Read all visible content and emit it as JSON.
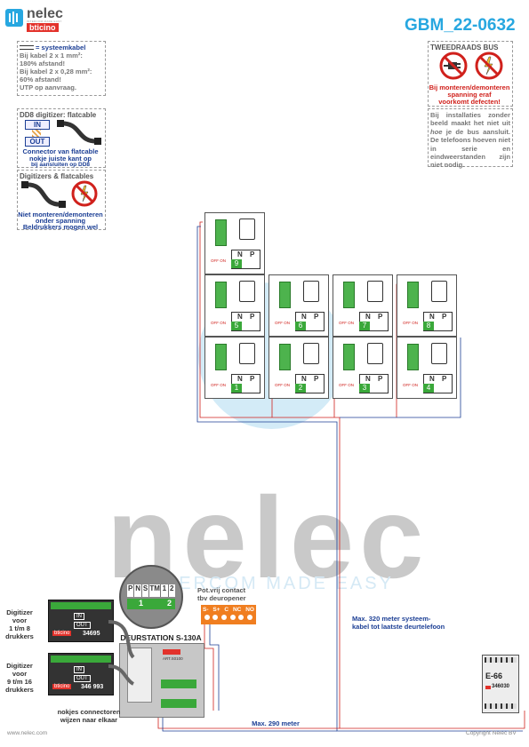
{
  "header": {
    "brand_top": "nelec",
    "brand_tagline": "INTERCOM MADE EASY",
    "brand_sub": "bticino",
    "doc_code": "GBM_22-0632"
  },
  "notes": {
    "cable": {
      "title": "= systeemkabel",
      "lines": [
        "Bij kabel 2 x 1 mm²:",
        "180% afstand!",
        "Bij kabel 2 x 0,28 mm²:",
        "60% afstand!",
        "UTP op aanvraag."
      ]
    },
    "dd8": {
      "title": "DD8 digitizer: flatcable",
      "in_label": "IN",
      "out_label": "OUT",
      "caption": [
        "Connector van flatcable",
        "nokje juiste kant op",
        "bij aansluiten op DD8"
      ]
    },
    "digitizers": {
      "title": "Digitizers & flatcables",
      "caption": [
        "Niet monteren/demonteren",
        "onder spanning",
        "Beldrukkers mogen wel"
      ]
    },
    "twowire": {
      "title": "TWEEDRAADS BUS",
      "caption": [
        "Bij monteren/demonteren",
        "spanning eraf",
        "voorkomt defecten!"
      ]
    },
    "install": {
      "text_parts": [
        "Bij installaties zonder beeld maakt het niet uit ",
        "hoe",
        " je de bus aansluit. De telefoons hoeven niet in serie en eindweerstanden zijn niet nodig."
      ]
    }
  },
  "panel": {
    "cells": [
      {
        "num": "9"
      },
      {
        "num": "5"
      },
      {
        "num": "6"
      },
      {
        "num": "7"
      },
      {
        "num": "8"
      },
      {
        "num": "1"
      },
      {
        "num": "2"
      },
      {
        "num": "3"
      },
      {
        "num": "4"
      }
    ],
    "np_n": "N",
    "np_p": "P",
    "switch_label": "OFF ON"
  },
  "watermark": {
    "word": "nelec",
    "tagline": "INTERCOM MADE EASY"
  },
  "labels": {
    "potvrij": [
      "Pot.vrij contact",
      "tbv deuropener"
    ],
    "relay_terms": [
      "S-",
      "S+",
      "C",
      "NC",
      "NO"
    ],
    "deurstation": "DEURSTATION S-130A",
    "zoom_terms": [
      "P",
      "N",
      "S",
      "TM",
      "1",
      "2"
    ],
    "zoom_nums": [
      "1",
      "2"
    ],
    "digitizer1": [
      "Digitizer",
      "voor",
      "1 t/m 8",
      "drukkers"
    ],
    "digitizer2": [
      "Digitizer",
      "voor",
      "9 t/m 16",
      "drukkers"
    ],
    "dig_code1": "34695",
    "dig_code2": "346 993",
    "dig_brand": "bticino",
    "dig_in": "IN",
    "dig_out": "OUT",
    "nokjes": [
      "nokjes connectoren",
      "wijzen naar elkaar"
    ],
    "max320": [
      "Max. 320 meter systeem-",
      "kabel tot laatste deurtelefoon"
    ],
    "max290": "Max. 290 meter",
    "ps_model": "E-66",
    "ps_code": "346030",
    "art": "ART.S0100"
  },
  "footer": {
    "left": "www.nelec.com",
    "right": "Copyright Nelec BV"
  },
  "colors": {
    "accent_blue": "#27a7e0",
    "warning_red": "#d0211c",
    "terminal_green": "#3aa83a",
    "relay_orange": "#f07e20"
  }
}
